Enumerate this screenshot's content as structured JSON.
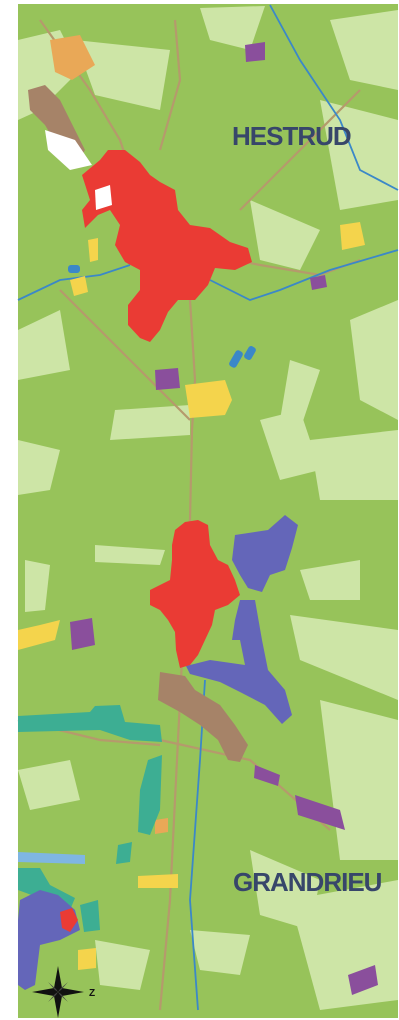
{
  "map": {
    "labels": {
      "top_village": "HESTRUD",
      "bottom_village": "GRANDRIEU"
    },
    "compass": {
      "axis_letter": "Z"
    },
    "colors": {
      "background": "#ffffff",
      "field_green": "#97c35a",
      "pale_field": "#cde5a6",
      "road": "#b59a6c",
      "river": "#3b88c8",
      "red_zone": "#ea3b34",
      "blue_zone": "#6466b9",
      "brown_zone": "#a68368",
      "yellow_zone": "#f4d44c",
      "purple_zone": "#8a4f9c",
      "teal_zone": "#3dae93",
      "orange_zone": "#e9a857",
      "label_text": "#37466a"
    }
  }
}
